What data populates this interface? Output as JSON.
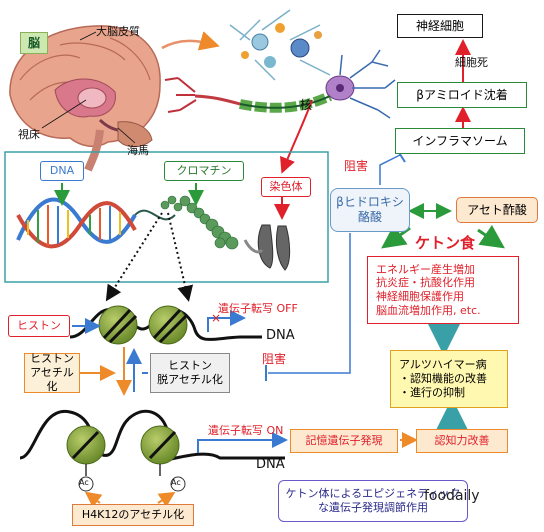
{
  "brain": {
    "title": "脳",
    "cortex": "大脳皮質",
    "thalamus": "視床",
    "hippocampus": "海馬"
  },
  "neuron": {
    "nucleus": "核"
  },
  "chromatin_panel": {
    "dna": "DNA",
    "chromatin": "クロマチン",
    "chromosome": "染色体"
  },
  "right_chain": {
    "neuron": "神経細胞",
    "cell_death": "細胞死",
    "amyloid": "βアミロイド沈着",
    "inflammasome": "インフラマソーム",
    "inhibition_1": "阻害",
    "bhb": "βヒドロキシ\n酪酸",
    "acetoacetate": "アセト酢酸",
    "ketogenic_diet": "ケトン食",
    "effects": "エネルギー産生増加\n抗炎症・抗酸化作用\n神経細胞保護作用\n脳血流増加作用, etc.",
    "alzheimer": "アルツハイマー病\n・認知機能の改善\n・進行の抑制"
  },
  "histone": {
    "histone_label": "ヒストン",
    "transcription_off": "遺伝子転写 OFF",
    "dna_top": "DNA",
    "acetylation": "ヒストン\nアセチル化",
    "deacetylation": "ヒストン\n脱アセチル化",
    "inhibition_2": "阻害",
    "transcription_on": "遺伝子転写 ON",
    "dna_bottom": "DNA",
    "ac_1": "Ac",
    "ac_2": "Ac",
    "h4k12": "H4K12のアセチル化",
    "memory_genes": "記憶遺伝子発現",
    "cognition": "認知力改善",
    "summary": "ケトン体によるエピジェネティック\nな遺伝子発現調節作用",
    "watermark": "foodaily"
  },
  "colors": {
    "green_box_border": "#2a8a3a",
    "red": "#e0202a",
    "orange": "#ee8a2a",
    "blue": "#3a7ad0",
    "teal": "#3aa0a8",
    "nucleosome": "#8aa83a"
  }
}
